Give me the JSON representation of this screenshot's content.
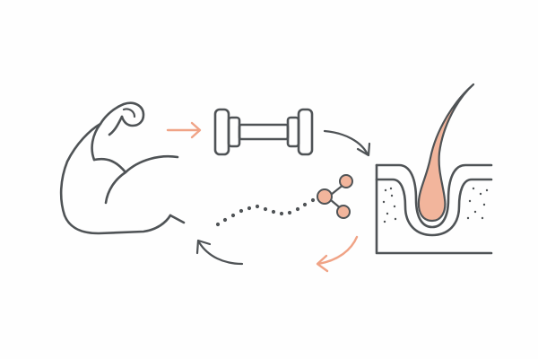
{
  "diagram": {
    "colors": {
      "ink": "#4f5356",
      "accent": "#f0a386",
      "accent_fill": "#f2b59c",
      "background": "#fefefe"
    },
    "icons": [
      "flexed-arm-icon",
      "dumbbell-icon",
      "hair-follicle-icon",
      "molecule-icon"
    ],
    "arrows": [
      {
        "name": "arm-to-dumbbell-arrow",
        "color": "accent"
      },
      {
        "name": "dumbbell-to-follicle-arrow",
        "color": "ink"
      },
      {
        "name": "follicle-to-molecule-arrow",
        "color": "accent"
      },
      {
        "name": "molecule-to-arm-arrow",
        "color": "ink"
      }
    ]
  }
}
